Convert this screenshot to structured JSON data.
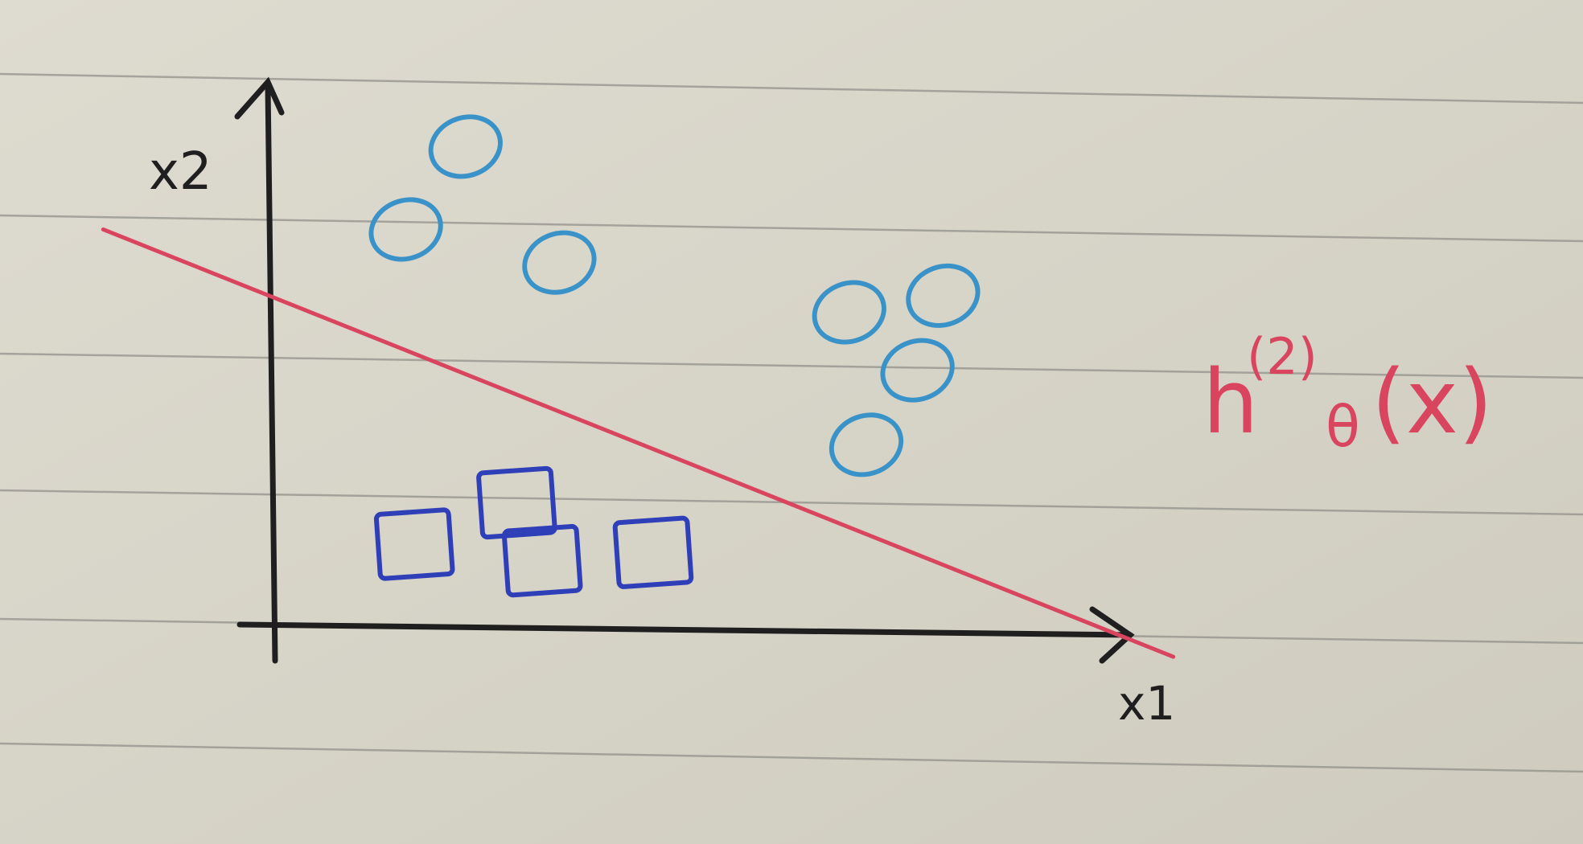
{
  "chart_data": {
    "type": "scatter",
    "xlabel": "x1",
    "ylabel": "x2",
    "xlim": [
      0,
      10
    ],
    "ylim": [
      0,
      6.6
    ],
    "grid": false,
    "series": [
      {
        "marker": "circle",
        "color": "#3a93c8",
        "points": [
          {
            "x": 2.3,
            "y": 5.8
          },
          {
            "x": 1.6,
            "y": 4.8
          },
          {
            "x": 3.4,
            "y": 4.4
          },
          {
            "x": 6.8,
            "y": 3.8
          },
          {
            "x": 7.9,
            "y": 4.0
          },
          {
            "x": 7.6,
            "y": 3.1
          },
          {
            "x": 7.0,
            "y": 2.2
          }
        ]
      },
      {
        "marker": "square",
        "color": "#2f3fb8",
        "points": [
          {
            "x": 1.7,
            "y": 1.0
          },
          {
            "x": 2.9,
            "y": 1.5
          },
          {
            "x": 3.2,
            "y": 0.8
          },
          {
            "x": 4.5,
            "y": 0.9
          }
        ]
      }
    ],
    "decision_boundary": {
      "color": "#d9455f",
      "from": {
        "x": -1.95,
        "y": 4.8
      },
      "to": {
        "x": 10.6,
        "y": -0.36
      }
    },
    "annotation": {
      "base": "h",
      "superscript": "(2)",
      "subscript": "θ",
      "argument": "(x)",
      "color": "#d9455f"
    }
  }
}
